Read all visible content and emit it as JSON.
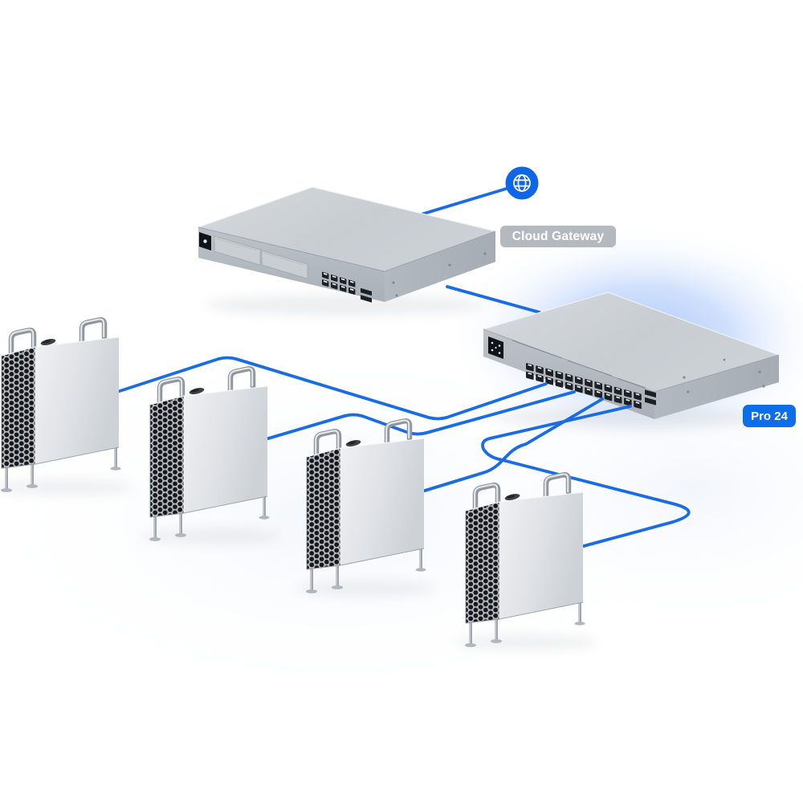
{
  "diagram": {
    "title_labels": {
      "cloud_gateway": "Cloud Gateway",
      "pro24": "Pro 24"
    },
    "internet": {
      "icon": "globe-icon"
    },
    "devices": [
      {
        "id": "cloud-gateway",
        "label": "Cloud Gateway",
        "type": "rack-gateway",
        "ports_visible": {
          "rj45": 8,
          "sfp": 2
        },
        "has_display": true
      },
      {
        "id": "pro-24-switch",
        "label": "Pro 24",
        "type": "24-port-switch",
        "ports_visible": {
          "rj45": 24,
          "sfp": 2
        },
        "has_display": true,
        "highlighted": true
      },
      {
        "id": "workstation-1",
        "type": "tower-workstation"
      },
      {
        "id": "workstation-2",
        "type": "tower-workstation"
      },
      {
        "id": "workstation-3",
        "type": "tower-workstation"
      },
      {
        "id": "workstation-4",
        "type": "tower-workstation"
      }
    ],
    "connections": [
      {
        "from": "internet",
        "to": "cloud-gateway"
      },
      {
        "from": "cloud-gateway",
        "to": "pro-24-switch"
      },
      {
        "from": "workstation-1",
        "to": "pro-24-switch"
      },
      {
        "from": "workstation-2",
        "to": "pro-24-switch"
      },
      {
        "from": "workstation-3",
        "to": "pro-24-switch"
      },
      {
        "from": "workstation-4",
        "to": "pro-24-switch"
      }
    ],
    "colors": {
      "cable_blue": "#1a6ce5",
      "globe_blue": "#0f67e8",
      "badge_blue": "#0d6eec",
      "badge_gray": "#aeb4ba",
      "glow_blue": "#79a7f7",
      "device_silver": "#c9ced3"
    }
  }
}
